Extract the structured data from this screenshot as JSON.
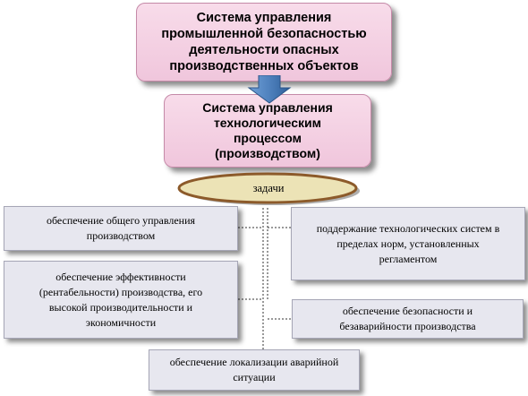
{
  "top_box": {
    "text": "Система управления\nпромышленной безопасностью\nдеятельности опасных\nпроизводственных объектов"
  },
  "mid_box": {
    "text": "Система управления\nтехнологическим\nпроцессом\n(производством)"
  },
  "ellipse": {
    "label": "задачи"
  },
  "tasks": [
    {
      "text": "обеспечение общего управления\nпроизводством"
    },
    {
      "text": "поддержание технологических систем в\nпределах норм, установленных\nрегламентом"
    },
    {
      "text": "обеспечение эффективности\n(рентабельности) производства, его\nвысокой производительности и\nэкономичности"
    },
    {
      "text": "обеспечение безопасности и\nбезаварийности производства"
    },
    {
      "text": "обеспечение локализации аварийной\nситуации"
    }
  ],
  "colors": {
    "pink_fill": "#f4d0e3",
    "pink_border": "#c58aa8",
    "arrow_fill": "#4f81bd",
    "ellipse_fill": "#ece3b6",
    "ellipse_border": "#8c5a2a",
    "task_fill": "#e7e7ef"
  }
}
